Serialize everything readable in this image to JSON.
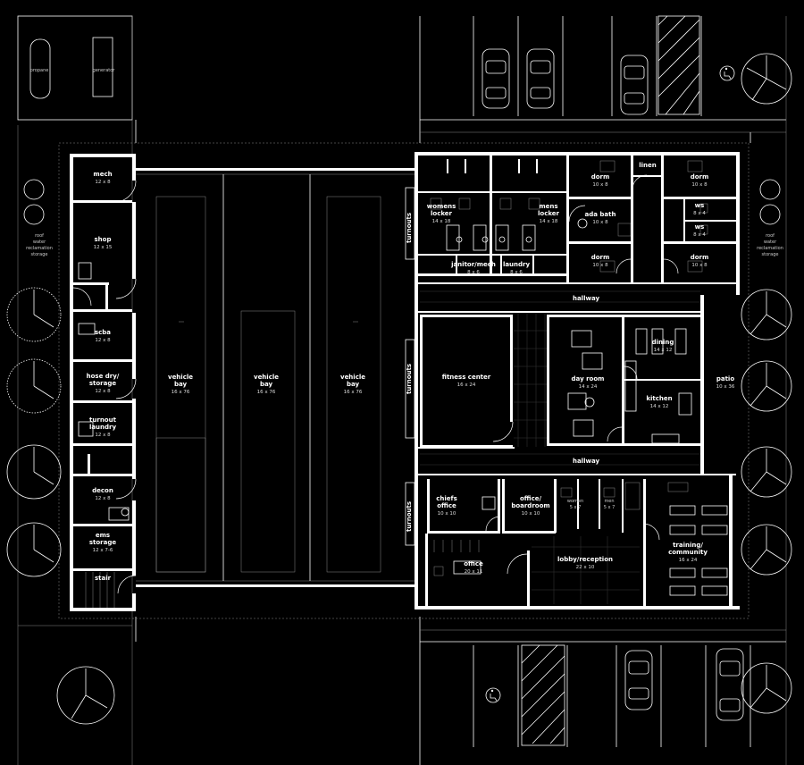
{
  "rooms": {
    "propane": "propane",
    "generator": "generator",
    "mech": {
      "name": "mech",
      "dim": "12 x 8"
    },
    "shop": {
      "name": "shop",
      "dim": "12 x 15"
    },
    "roof_water_left": [
      "roof",
      "water",
      "reclamation",
      "storage"
    ],
    "scba": {
      "name": "scba",
      "dim": "12 x 8"
    },
    "hose_dry": {
      "name": [
        "hose dry/",
        "storage"
      ],
      "dim": "12 x 8"
    },
    "turnout_laundry": {
      "name": [
        "turnout",
        "laundry"
      ],
      "dim": "12 x 8"
    },
    "decon": {
      "name": "decon",
      "dim": "12 x 8"
    },
    "ems_storage": {
      "name": [
        "ems",
        "storage"
      ],
      "dim": "12 x 7-6"
    },
    "stair": "stair",
    "bay1": {
      "name": [
        "vehicle",
        "bay"
      ],
      "dim": "16 x 76"
    },
    "bay2": {
      "name": [
        "vehicle",
        "bay"
      ],
      "dim": "16 x 76"
    },
    "bay3": {
      "name": [
        "vehicle",
        "bay"
      ],
      "dim": "16 x 76"
    },
    "womens_locker": {
      "name": [
        "womens",
        "locker"
      ],
      "dim": "14 x 18"
    },
    "mens_locker": {
      "name": [
        "mens",
        "locker"
      ],
      "dim": "14 x 18"
    },
    "janitor_mech": {
      "name": "janitor/mech",
      "dim": "8 x 6"
    },
    "laundry": {
      "name": "laundry",
      "dim": "8 x 6"
    },
    "dorm_a": {
      "name": "dorm",
      "dim": "10 x 8"
    },
    "dorm_b": {
      "name": "dorm",
      "dim": "10 x 8"
    },
    "dorm_c": {
      "name": "dorm",
      "dim": "10 x 8"
    },
    "dorm_d": {
      "name": "dorm",
      "dim": "10 x 8"
    },
    "ada_bath": {
      "name": "ada bath",
      "dim": "10 x 8"
    },
    "linen": "linen",
    "ws1": {
      "name": "ws",
      "dim": "8 x 4"
    },
    "ws2": {
      "name": "ws",
      "dim": "8 x 4"
    },
    "roof_water_right": [
      "roof",
      "water",
      "reclamation",
      "storage"
    ],
    "hallway_top": "hallway",
    "hallway_bottom": "hallway",
    "fitness": {
      "name": "fitness center",
      "dim": "16 x 24"
    },
    "day_room": {
      "name": "day room",
      "dim": "14 x 24"
    },
    "dining": {
      "name": "dining",
      "dim": "14 x 12"
    },
    "kitchen": {
      "name": "kitchen",
      "dim": "14 x 12"
    },
    "patio": {
      "name": "patio",
      "dim": "10 x 36"
    },
    "chiefs_office": {
      "name": [
        "chiefs",
        "office"
      ],
      "dim": "10 x 10"
    },
    "office_board": {
      "name": [
        "office/",
        "boardroom"
      ],
      "dim": "10 x 10"
    },
    "women": {
      "name": "women",
      "dim": "5 x 7"
    },
    "men": {
      "name": "men",
      "dim": "5 x 7"
    },
    "office": {
      "name": "office",
      "dim": "20 x 11"
    },
    "lobby": {
      "name": "lobby/reception",
      "dim": "22 x 10"
    },
    "training": {
      "name": [
        "training/",
        "community"
      ],
      "dim": "16 x 24"
    },
    "turnouts": "turnouts"
  },
  "icons": [
    "tree-icon",
    "car-icon",
    "accessible-parking-icon",
    "door-swing-icon"
  ]
}
